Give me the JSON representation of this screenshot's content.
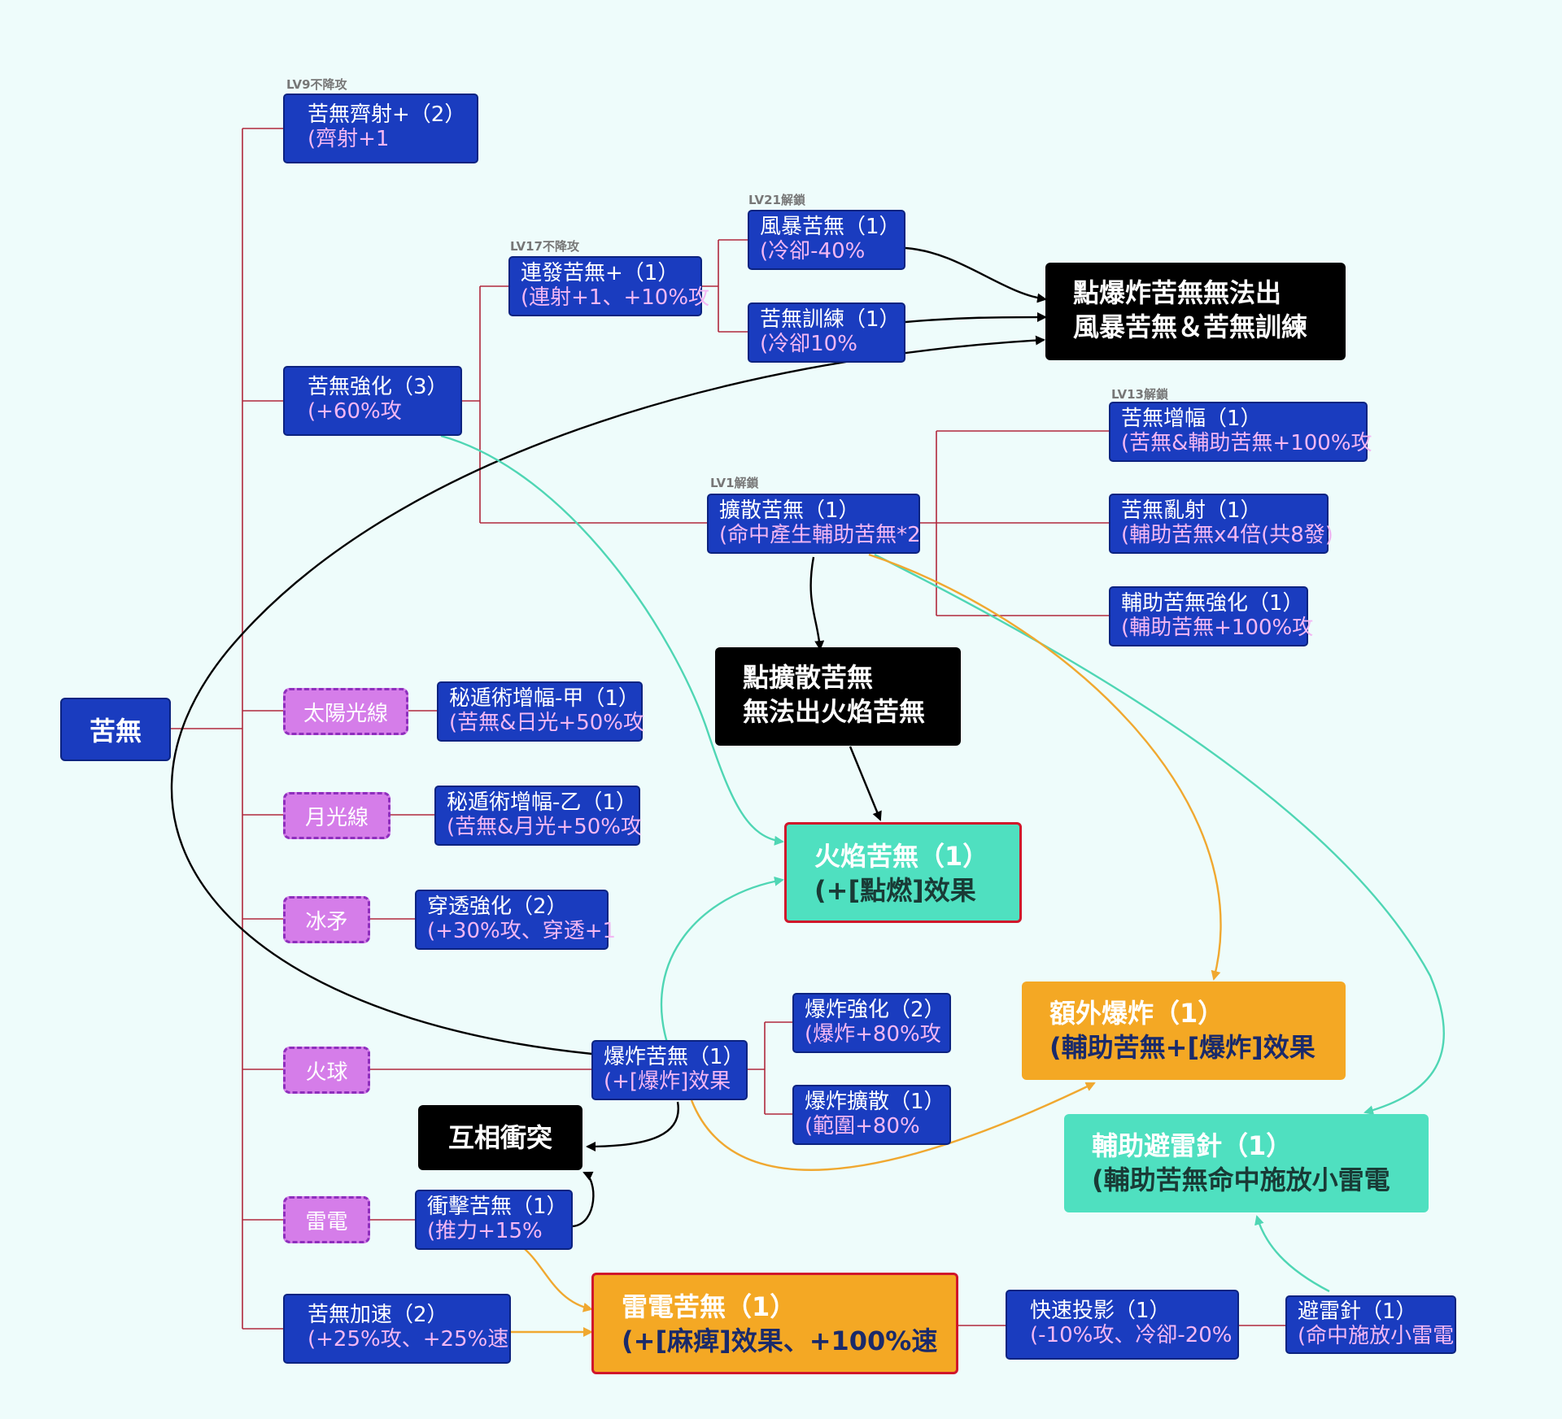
{
  "root": {
    "label": "苦無"
  },
  "labels": {
    "lv9": "LV9不降攻",
    "lv17": "LV17不降攻",
    "lv21": "LV21解鎖",
    "lv13": "LV13解鎖",
    "lv1": "LV1解鎖"
  },
  "nodes": {
    "kunai_multishot": {
      "title": "苦無齊射+（2）",
      "sub": "(齊射+1"
    },
    "kunai_enhance": {
      "title": "苦無強化（3）",
      "sub": "(+60%攻"
    },
    "rapid_kunai": {
      "title": "連發苦無+（1）",
      "sub": "(連射+1、+10%攻"
    },
    "storm_kunai": {
      "title": "風暴苦無（1）",
      "sub": "(冷卻-40%"
    },
    "kunai_training": {
      "title": "苦無訓練（1）",
      "sub": "(冷卻10%"
    },
    "kunai_amplify": {
      "title": "苦無增幅（1）",
      "sub": "(苦無&輔助苦無+100%攻"
    },
    "spread_kunai": {
      "title": "擴散苦無（1）",
      "sub": "(命中產生輔助苦無*2"
    },
    "kunai_barrage": {
      "title": "苦無亂射（1）",
      "sub": "(輔助苦無x4倍(共8發)"
    },
    "aux_kunai_enhance": {
      "title": "輔助苦無強化（1）",
      "sub": "(輔助苦無+100%攻"
    },
    "secret_a": {
      "title": "秘遁術增幅-甲（1）",
      "sub": "(苦無&日光+50%攻"
    },
    "secret_b": {
      "title": "秘遁術增幅-乙（1）",
      "sub": "(苦無&月光+50%攻"
    },
    "pierce_enhance": {
      "title": "穿透強化（2）",
      "sub": "(+30%攻、穿透+1"
    },
    "explosion_enhance": {
      "title": "爆炸強化（2）",
      "sub": "(爆炸+80%攻"
    },
    "explosive_kunai": {
      "title": "爆炸苦無（1）",
      "sub": "(+[爆炸]效果"
    },
    "explosion_spread": {
      "title": "爆炸擴散（1）",
      "sub": "(範圍+80%"
    },
    "impact_kunai": {
      "title": "衝擊苦無（1）",
      "sub": "(推力+15%"
    },
    "kunai_accel": {
      "title": "苦無加速（2）",
      "sub": "(+25%攻、+25%速"
    },
    "quick_projection": {
      "title": "快速投影（1）",
      "sub": "(-10%攻、冷卻-20%"
    },
    "lightning_rod": {
      "title": "避雷針（1）",
      "sub": "(命中施放小雷電"
    }
  },
  "elements": {
    "sunbeam": "太陽光線",
    "moonbeam": "月光線",
    "ice_spear": "冰矛",
    "fireball": "火球",
    "lightning": "雷電"
  },
  "notes": {
    "explode_note_line1": "點爆炸苦無無法出",
    "explode_note_line2": "風暴苦無＆苦無訓練",
    "spread_note_line1": "點擴散苦無",
    "spread_note_line2": "無法出火焰苦無",
    "conflict": "互相衝突"
  },
  "evolutions": {
    "flame_kunai": {
      "title": "火焰苦無（1）",
      "sub": "(+[點燃]效果"
    },
    "extra_explosion": {
      "title": "額外爆炸（1）",
      "sub": "(輔助苦無+[爆炸]效果"
    },
    "aux_lightning_rod": {
      "title": "輔助避雷針（1）",
      "sub": "(輔助苦無命中施放小雷電"
    },
    "lightning_kunai": {
      "title": "雷電苦無（1）",
      "sub": "(+[麻痺]效果、+100%速"
    }
  },
  "colors": {
    "background": "#eefcfb",
    "node_blue": "#1a3cbf",
    "element_purple": "#d57de9",
    "evolution_teal": "#4fe0c0",
    "evolution_orange": "#f4a824",
    "tree_line": "#b0283c",
    "teal_arrow": "#4fd6b4",
    "orange_arrow": "#f0a830"
  }
}
